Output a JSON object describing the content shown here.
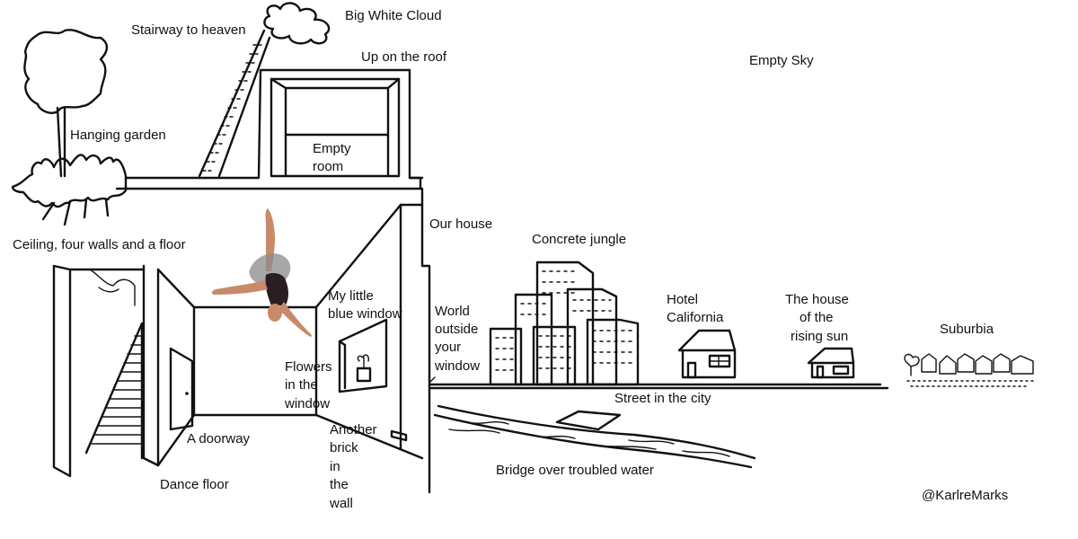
{
  "labels": {
    "stairway_to_heaven": "Stairway to heaven",
    "big_white_cloud": "Big White Cloud",
    "up_on_the_roof": "Up on the roof",
    "empty_sky": "Empty Sky",
    "hanging_garden": "Hanging garden",
    "empty_room_line1": "Empty",
    "empty_room_line2": "room",
    "our_house": "Our house",
    "ceiling_four_walls": "Ceiling, four walls and a floor",
    "concrete_jungle": "Concrete jungle",
    "my_little_blue_window_line1": "My little",
    "my_little_blue_window_line2": "blue window",
    "world_outside_line1": "World",
    "world_outside_line2": "outside",
    "world_outside_line3": "your",
    "world_outside_line4": "window",
    "hotel_california_line1": "Hotel",
    "hotel_california_line2": "California",
    "rising_sun_line1": "The house",
    "rising_sun_line2": "of  the",
    "rising_sun_line3": "rising sun",
    "suburbia": "Suburbia",
    "flowers_line1": "Flowers",
    "flowers_line2": "in the",
    "flowers_line3": "window",
    "street_in_the_city": "Street in the city",
    "a_doorway": "A doorway",
    "another_brick_line1": "Another",
    "another_brick_line2": "brick",
    "another_brick_line3": "in",
    "another_brick_line4": "the",
    "another_brick_line5": "wall",
    "dance_floor": "Dance floor",
    "bridge": "Bridge over troubled water",
    "credit": "@KarlreMarks"
  },
  "colors": {
    "ink": "#111111",
    "paper": "#ffffff",
    "dancer_skin": "#c98a6a",
    "dancer_leotard": "#2a1d24",
    "dancer_skirt": "#8a8a8a"
  }
}
